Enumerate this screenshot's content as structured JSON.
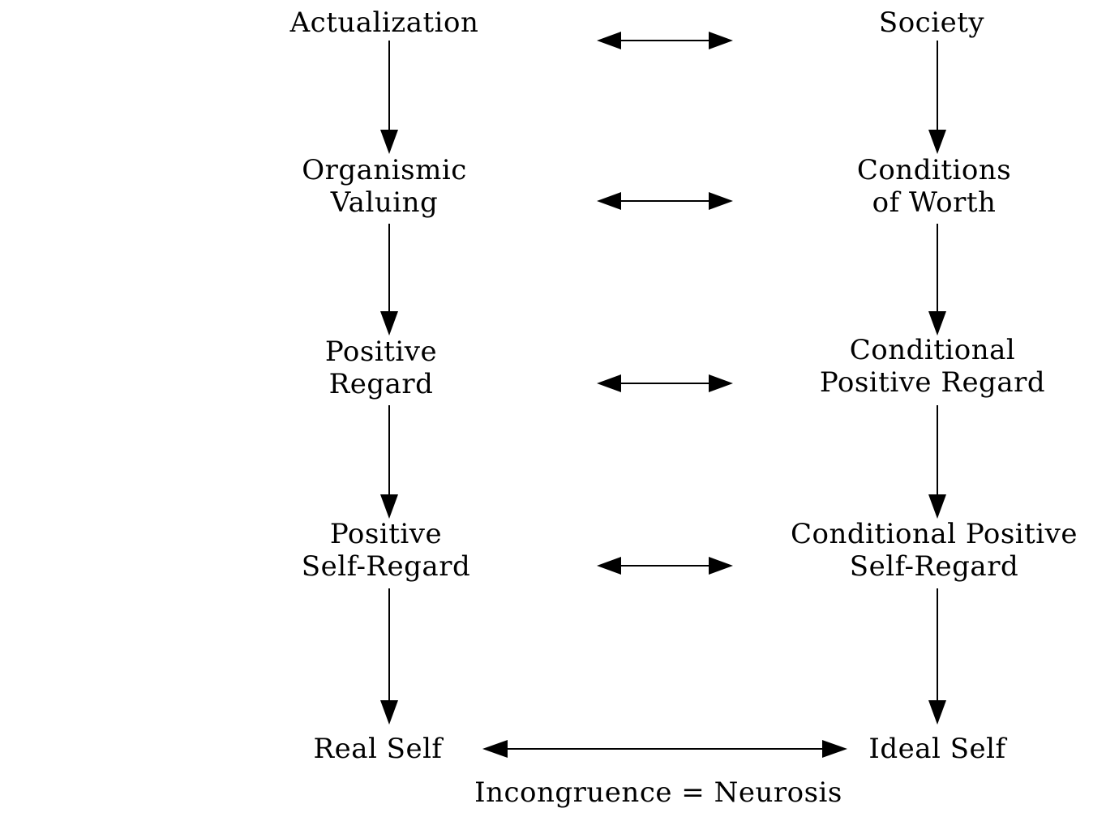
{
  "diagram": {
    "left_column": [
      {
        "lines": [
          "Actualization"
        ]
      },
      {
        "lines": [
          "Organismic",
          "Valuing"
        ]
      },
      {
        "lines": [
          "Positive",
          "Regard"
        ]
      },
      {
        "lines": [
          "Positive",
          "Self-Regard"
        ]
      },
      {
        "lines": [
          "Real Self"
        ]
      }
    ],
    "right_column": [
      {
        "lines": [
          "Society"
        ]
      },
      {
        "lines": [
          "Conditions",
          "of Worth"
        ]
      },
      {
        "lines": [
          "Conditional",
          "Positive Regard"
        ]
      },
      {
        "lines": [
          "Conditional Positive",
          "Self-Regard"
        ]
      },
      {
        "lines": [
          "Ideal Self"
        ]
      }
    ],
    "caption": "Incongruence = Neurosis",
    "line_color": "#000000",
    "background": "#ffffff"
  }
}
